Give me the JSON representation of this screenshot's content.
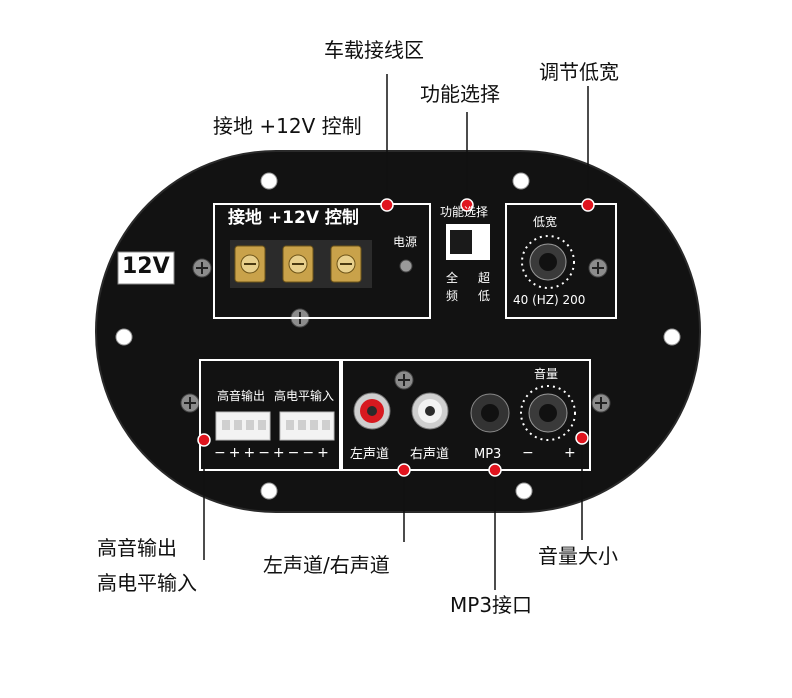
{
  "callouts": {
    "wiring_zone": "车载接线区",
    "ground_12v_control": "接地 +12V 控制",
    "function_select": "功能选择",
    "adjust_lowpass": "调节低宽",
    "treble_out": "高音输出",
    "high_level_in": "高电平输入",
    "left_right_channel": "左声道/右声道",
    "volume": "音量大小",
    "mp3_port": "MP3接口"
  },
  "panel": {
    "voltage_badge": "12V",
    "terminal_label": "接地 +12V 控制",
    "power_label": "电源",
    "switch_title": "功能选择",
    "switch_full": "全",
    "switch_freq": "频",
    "switch_super": "超",
    "switch_low": "低",
    "bass_title": "低宽",
    "bass_range": "40 (HZ) 200",
    "treble_out": "高音输出",
    "high_level_in": "高电平输入",
    "polarity": "−++−+−−+",
    "left_channel": "左声道",
    "right_channel": "右声道",
    "mp3": "MP3",
    "volume_title": "音量",
    "volume_minus": "−",
    "volume_plus": "+"
  },
  "colors": {
    "panel": "#111111",
    "marker_red": "#e0141e",
    "text_white": "#ffffff"
  }
}
